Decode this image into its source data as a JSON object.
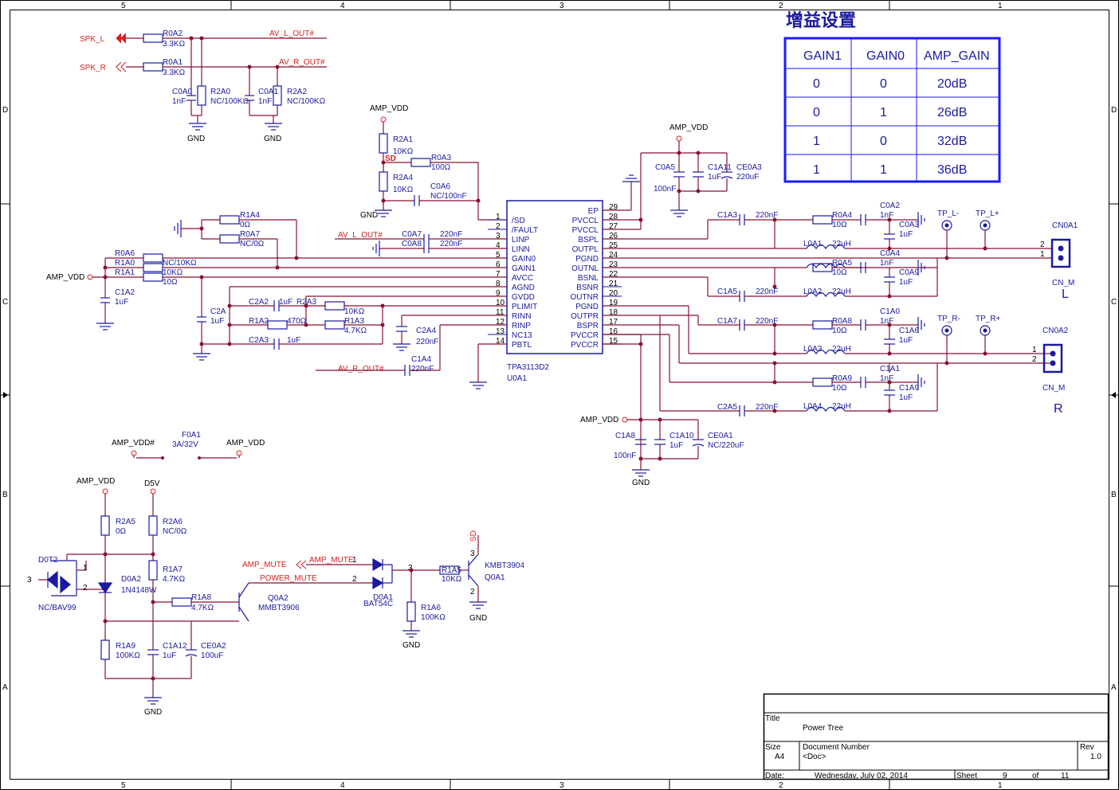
{
  "gain_table": {
    "title": "增益设置",
    "headers": [
      "GAIN1",
      "GAIN0",
      "AMP_GAIN"
    ],
    "rows": [
      [
        "0",
        "0",
        "20dB"
      ],
      [
        "0",
        "1",
        "26dB"
      ],
      [
        "1",
        "0",
        "32dB"
      ],
      [
        "1",
        "1",
        "36dB"
      ]
    ]
  },
  "nets": {
    "spk_l": "SPK_L",
    "spk_r": "SPK_R",
    "av_l_out": "AV_L_OUT#",
    "av_r_out": "AV_R_OUT#",
    "amp_vdd": "AMP_VDD",
    "amp_vdd_hash": "AMP_VDD#",
    "gnd": "GND",
    "sd": "SD",
    "d5v": "D5V",
    "amp_mute": "AMP_MUTE",
    "power_mute": "POWER_MUTE",
    "cn_m": "CN_M",
    "l": "L",
    "r": "R",
    "tp_lm": "TP_L-",
    "tp_lp": "TP_L+",
    "tp_rm": "TP_R-",
    "tp_rp": "TP_R+"
  },
  "ic": {
    "part": "TPA3113D2",
    "ref": "U0A1",
    "left_pins": [
      [
        "1",
        "/SD"
      ],
      [
        "2",
        "/FAULT"
      ],
      [
        "3",
        "LINP"
      ],
      [
        "4",
        "LINN"
      ],
      [
        "5",
        "GAIN0"
      ],
      [
        "6",
        "GAIN1"
      ],
      [
        "7",
        "AVCC"
      ],
      [
        "8",
        "AGND"
      ],
      [
        "9",
        "GVDD"
      ],
      [
        "10",
        "PLIMIT"
      ],
      [
        "11",
        "RINN"
      ],
      [
        "12",
        "RINP"
      ],
      [
        "13",
        "NC13"
      ],
      [
        "14",
        "PBTL"
      ]
    ],
    "right_pins": [
      [
        "29",
        "EP"
      ],
      [
        "28",
        "PVCCL"
      ],
      [
        "27",
        "PVCCL"
      ],
      [
        "26",
        "BSPL"
      ],
      [
        "25",
        "OUTPL"
      ],
      [
        "24",
        "PGND"
      ],
      [
        "23",
        "OUTNL"
      ],
      [
        "22",
        "BSNL"
      ],
      [
        "21",
        "BSNR"
      ],
      [
        "20",
        "OUTNR"
      ],
      [
        "19",
        "PGND"
      ],
      [
        "18",
        "OUTPR"
      ],
      [
        "17",
        "BSPR"
      ],
      [
        "16",
        "PVCCR"
      ],
      [
        "15",
        "PVCCR"
      ]
    ]
  },
  "components": {
    "r0a2": [
      "R0A2",
      "3.3KΩ"
    ],
    "r0a1": [
      "R0A1",
      "3.3KΩ"
    ],
    "c0a0": [
      "C0A0",
      "1nF"
    ],
    "r2a0": [
      "R2A0",
      "NC/100KΩ"
    ],
    "c0a1": [
      "C0A1",
      "1nF"
    ],
    "r2a2": [
      "R2A2",
      "NC/100KΩ"
    ],
    "r2a1": [
      "R2A1",
      "10KΩ"
    ],
    "r0a3": [
      "R0A3",
      "100Ω"
    ],
    "r2a4": [
      "R2A4",
      "10KΩ"
    ],
    "c0a6": [
      "C0A6",
      "NC/100nF"
    ],
    "r1a4": [
      "R1A4",
      "0Ω"
    ],
    "r0a7": [
      "R0A7",
      "NC/0Ω"
    ],
    "r0a6": [
      "R0A6",
      "NC/10KΩ"
    ],
    "r1a0": [
      "R1A0",
      "10KΩ"
    ],
    "r1a1": [
      "R1A1",
      "10Ω"
    ],
    "c1a2": [
      "C1A2",
      "1uF"
    ],
    "c2a": [
      "C2A",
      "1uF"
    ],
    "c2a2": [
      "C2A2",
      "1uF"
    ],
    "r2a3": [
      "R2A3",
      "10KΩ"
    ],
    "r1a2": [
      "R1A2",
      "470Ω"
    ],
    "r1a3": [
      "R1A3",
      "4.7KΩ"
    ],
    "c2a3": [
      "C2A3",
      "1uF"
    ],
    "c2a4": [
      "C2A4",
      "220nF"
    ],
    "c1a4": [
      "C1A4",
      "220nF"
    ],
    "c0a7": [
      "C0A7",
      "220nF"
    ],
    "c0a8": [
      "C0A8",
      "220nF"
    ],
    "c0a5": [
      "C0A5",
      "100nF"
    ],
    "c1a11": [
      "C1A11",
      "1uF"
    ],
    "ce0a3": [
      "CE0A3",
      "220uF"
    ],
    "c1a3": [
      "C1A3",
      "220nF"
    ],
    "r0a4": [
      "R0A4",
      "10Ω"
    ],
    "c0a2": [
      "C0A2",
      "1nF"
    ],
    "c0a3": [
      "C0A3",
      "1uF"
    ],
    "l0a1": [
      "L0A1",
      "22uH"
    ],
    "r0a5": [
      "R0A5",
      "10Ω"
    ],
    "c0a4": [
      "C0A4",
      "1nF"
    ],
    "c0a9": [
      "C0A9",
      "1uF"
    ],
    "c1a5": [
      "C1A5",
      "220nF"
    ],
    "l0a2": [
      "L0A2",
      "22uH"
    ],
    "c1a7": [
      "C1A7",
      "220nF"
    ],
    "r0a8": [
      "R0A8",
      "10Ω"
    ],
    "c1a0": [
      "C1A0",
      "1nF"
    ],
    "c1a6": [
      "C1A6",
      "1uF"
    ],
    "l0a3": [
      "L0A3",
      "22uH"
    ],
    "r0a9": [
      "R0A9",
      "10Ω"
    ],
    "c1a1": [
      "C1A1",
      "1nF"
    ],
    "c1a9": [
      "C1A9",
      "1uF"
    ],
    "c2a5": [
      "C2A5",
      "220nF"
    ],
    "l0a4": [
      "L0A4",
      "22uH"
    ],
    "c1a8": [
      "C1A8",
      "100nF"
    ],
    "c1a10": [
      "C1A10",
      "1uF"
    ],
    "ce0a1": [
      "CE0A1",
      "NC/220uF"
    ],
    "f0a1": [
      "F0A1",
      "3A/32V"
    ],
    "r2a5": [
      "R2A5",
      "0Ω"
    ],
    "r2a6": [
      "R2A6",
      "NC/0Ω"
    ],
    "d0t2": [
      "D0T2",
      "NC/BAV99"
    ],
    "d0a2": [
      "D0A2",
      "1N4148W"
    ],
    "r1a7": [
      "R1A7",
      "4.7KΩ"
    ],
    "r1a8": [
      "R1A8",
      "4.7KΩ"
    ],
    "q0a2": [
      "Q0A2",
      "MMBT3906"
    ],
    "r1a9": [
      "R1A9",
      "100KΩ"
    ],
    "c1a12": [
      "C1A12",
      "1uF"
    ],
    "ce0a2": [
      "CE0A2",
      "100uF"
    ],
    "d0a1": [
      "D0A1",
      "BAT54C"
    ],
    "r1a6": [
      "R1A6",
      "100KΩ"
    ],
    "r1a5": [
      "R1A5",
      "10KΩ"
    ],
    "q0a1": [
      "Q0A1",
      "KMBT3904"
    ],
    "cn0a1": "CN0A1",
    "cn0a2": "CN0A2"
  },
  "title_block": {
    "title_label": "Title",
    "title": "Power Tree",
    "size_label": "Size",
    "size": "A4",
    "doc_label": "Document Number",
    "doc": "<Doc>",
    "rev_label": "Rev",
    "rev": "1.0",
    "date_label": "Date:",
    "date": "Wednesday, July 02, 2014",
    "sheet_label": "Sheet",
    "sheet": "9",
    "of_label": "of",
    "total": "11"
  },
  "border": {
    "columns": [
      "5",
      "4",
      "3",
      "2",
      "1"
    ],
    "rows": [
      "D",
      "C",
      "B",
      "A"
    ]
  }
}
